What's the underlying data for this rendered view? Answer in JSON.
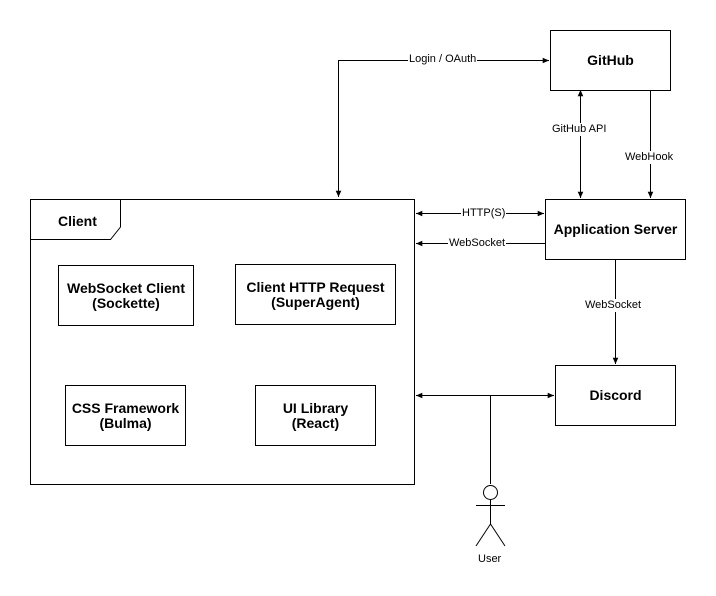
{
  "nodes": {
    "github": "GitHub",
    "app_server": "Application Server",
    "discord": "Discord",
    "client": "Client",
    "ws_client": {
      "line1": "WebSocket Client",
      "line2": "(Sockette)"
    },
    "http_client": {
      "line1": "Client HTTP Request",
      "line2": "(SuperAgent)"
    },
    "css_framework": {
      "line1": "CSS Framework",
      "line2": "(Bulma)"
    },
    "ui_library": {
      "line1": "UI Library",
      "line2": "(React)"
    },
    "user": "User"
  },
  "edges": {
    "login_oauth": "Login / OAuth",
    "github_api": "GitHub API",
    "webhook": "WebHook",
    "http": "HTTP(S)",
    "websocket_client": "WebSocket",
    "websocket_discord": "WebSocket"
  },
  "colors": {
    "stroke": "#000000",
    "background": "#ffffff"
  }
}
